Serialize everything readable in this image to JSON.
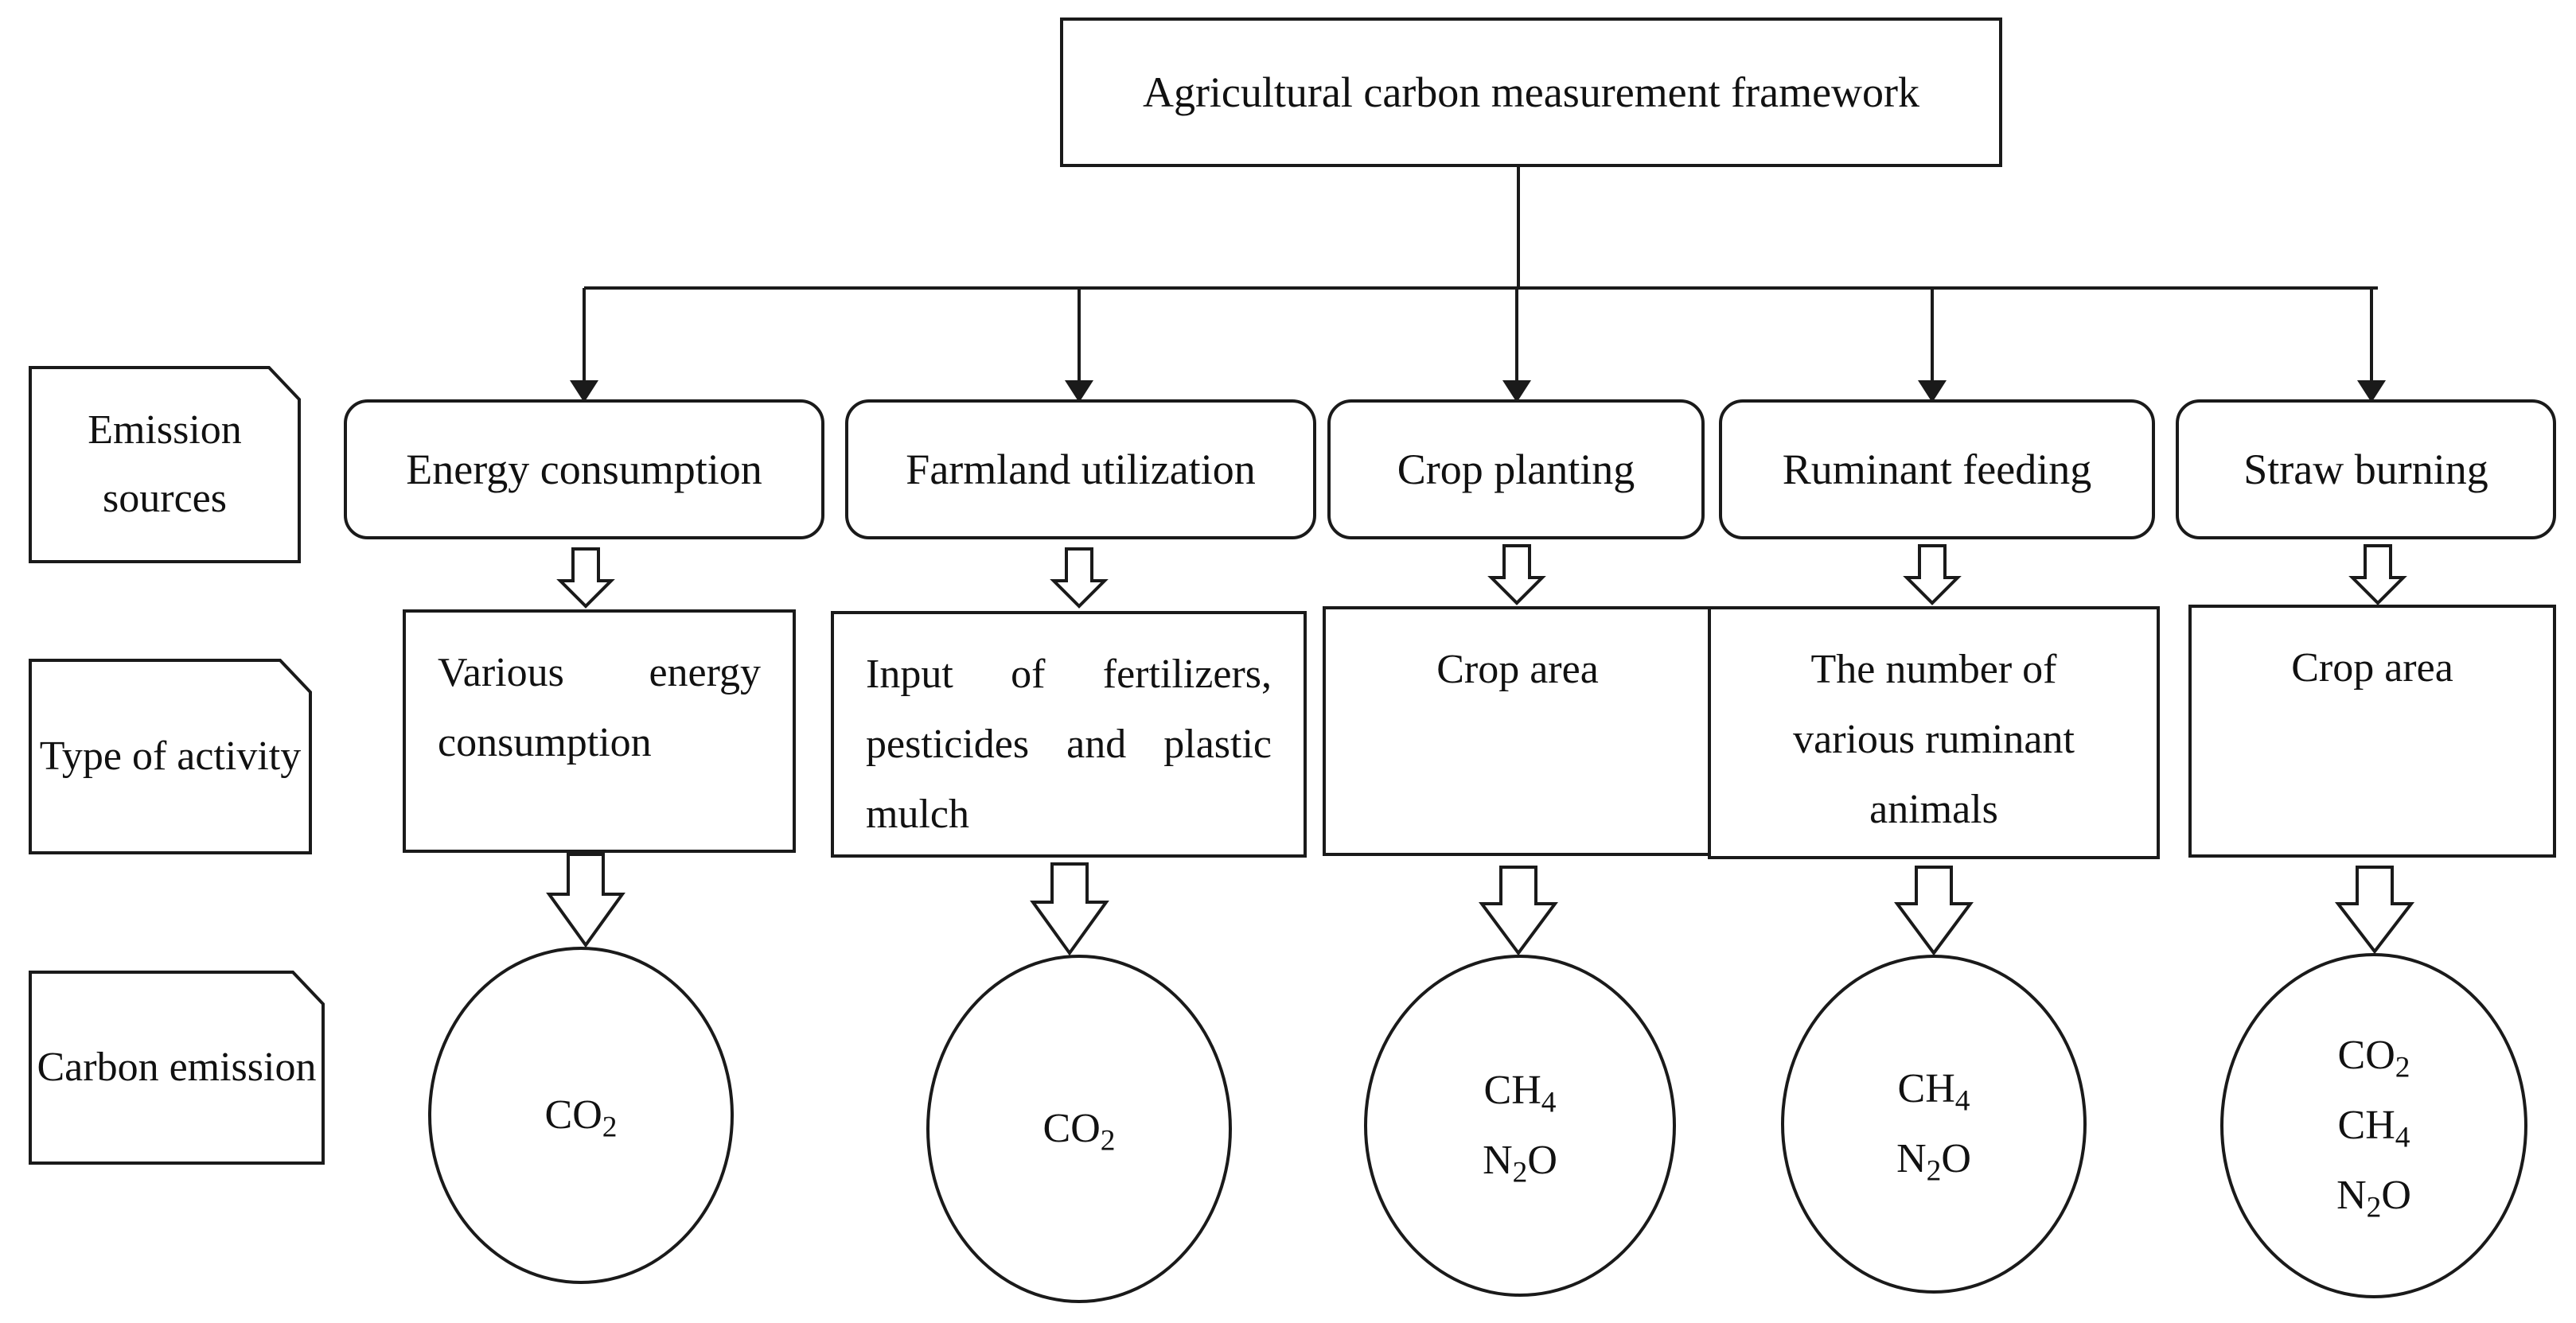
{
  "title": "Agricultural carbon measurement framework",
  "row_labels": {
    "emission_sources": "Emission sources",
    "type_of_activity": "Type of activity",
    "carbon_emission": "Carbon emission"
  },
  "columns": [
    {
      "source": "Energy consumption",
      "activity": "Various energy consumption",
      "gases": [
        "CO2"
      ]
    },
    {
      "source": "Farmland utilization",
      "activity": "Input of fertilizers, pesticides and plastic mulch",
      "gases": [
        "CO2"
      ]
    },
    {
      "source": "Crop planting",
      "activity": "Crop area",
      "gases": [
        "CH4",
        "N2O"
      ]
    },
    {
      "source": "Ruminant feeding",
      "activity": "The number of various ruminant animals",
      "gases": [
        "CH4",
        "N2O"
      ]
    },
    {
      "source": "Straw burning",
      "activity": "Crop area",
      "gases": [
        "CO2",
        "CH4",
        "N2O"
      ]
    }
  ]
}
